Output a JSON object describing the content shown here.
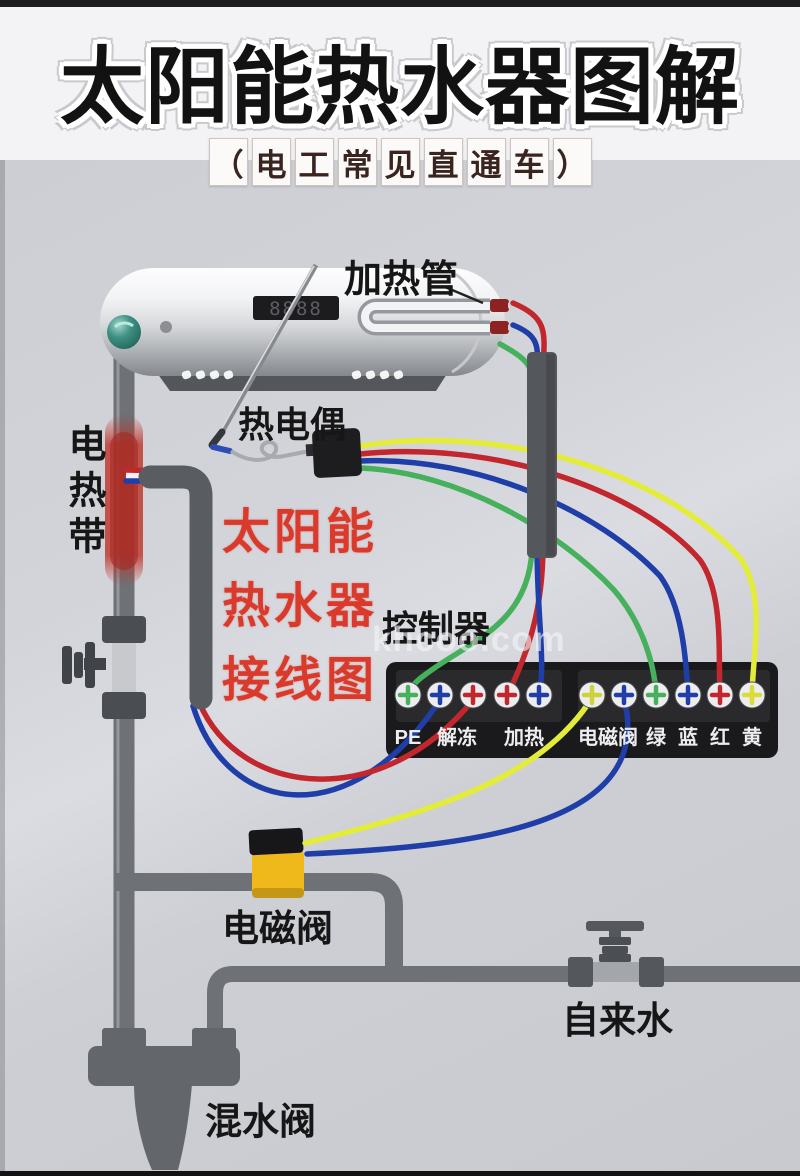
{
  "title": "太阳能热水器图解",
  "subtitle_chars": [
    "（",
    "电",
    "工",
    "常",
    "见",
    "直",
    "通",
    "车",
    "）"
  ],
  "watermark": "khcoo.com",
  "labels": {
    "heating_tube": "加热管",
    "thermocouple": "热电偶",
    "heating_band": "电热带",
    "note_lines": [
      "太阳能",
      "热水器",
      "接线图"
    ],
    "controller": "控制器",
    "solenoid_valve": "电磁阀",
    "tap_water": "自来水",
    "mixing_valve": "混水阀"
  },
  "tank": {
    "display": "8888"
  },
  "controller": {
    "terminal_labels": [
      "PE",
      "解冻",
      "加热",
      "电磁阀",
      "绿",
      "蓝",
      "红",
      "黄"
    ],
    "terminal_cross_colors": [
      "#46b05c",
      "#1f3ea8",
      "#c1272d",
      "#c1272d",
      "#1f3ea8",
      "#cdd23a",
      "#1f3ea8",
      "#46b05c",
      "#1f3ea8",
      "#c1272d",
      "#d8dd38"
    ]
  },
  "colors": {
    "wire_red": "#c1272d",
    "wire_blue": "#1f3ea8",
    "wire_green": "#46b05c",
    "wire_yellow": "#e4ec3a",
    "solenoid_yellow": "#efb91c",
    "heating_band_red": "#bf3127",
    "note_red": "#d93a2b"
  }
}
